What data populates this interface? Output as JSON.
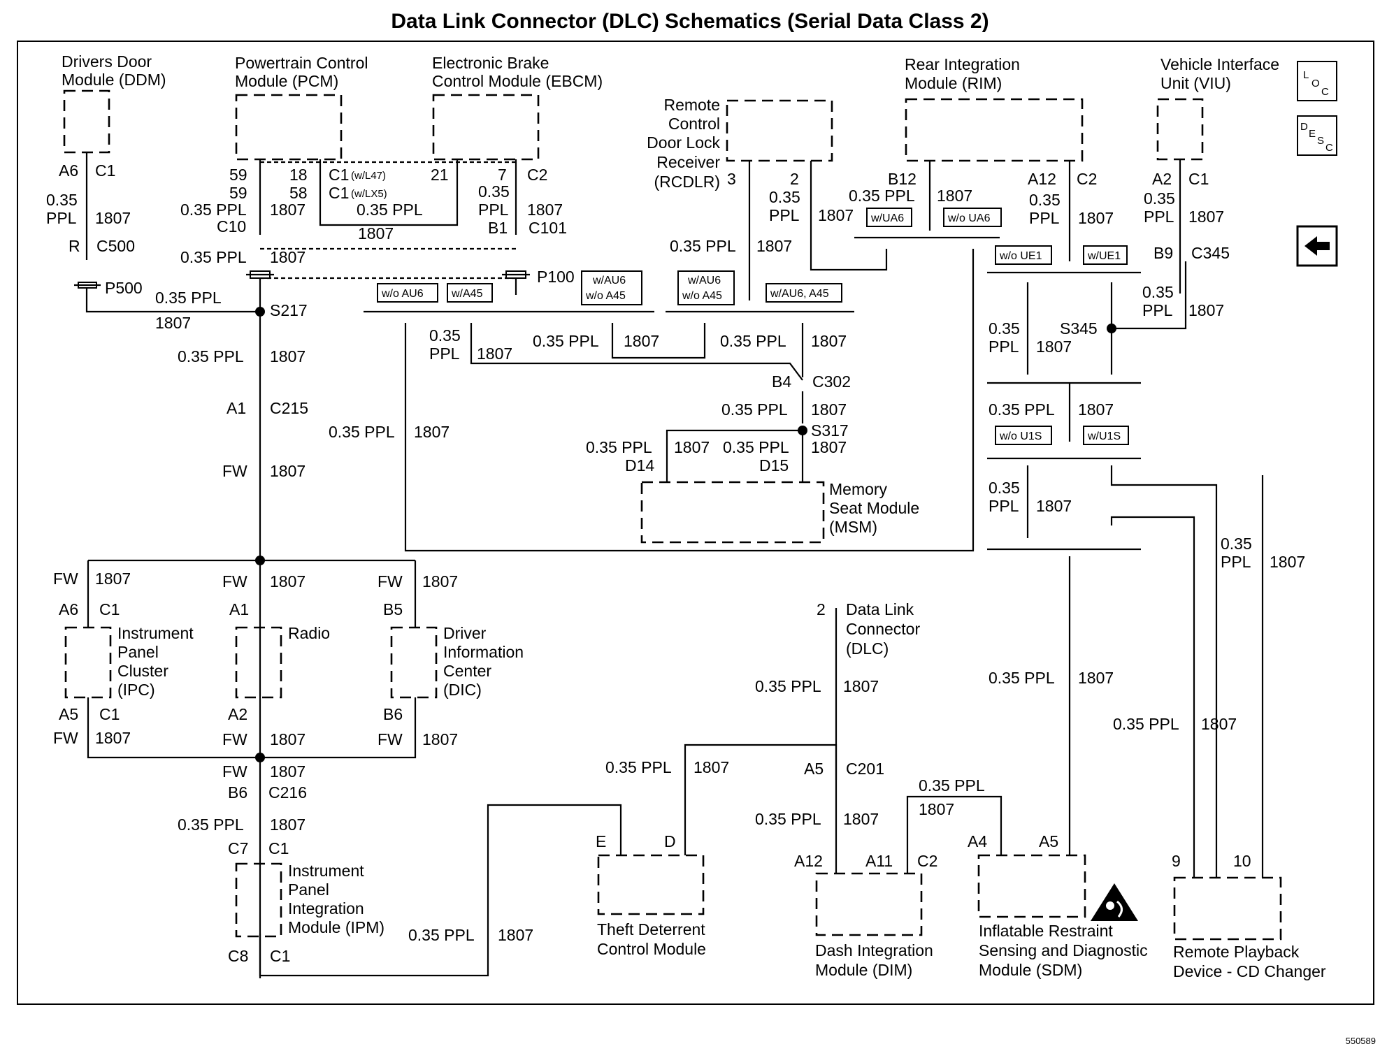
{
  "title": "Data Link Connector (DLC) Schematics (Serial Data Class 2)",
  "reference_number": "550589",
  "icons": {
    "location": "loc-icon",
    "description": "desc-icon",
    "back": "back-arrow-icon"
  },
  "icon_text": {
    "loc": [
      "L",
      "O",
      "C"
    ],
    "desc": [
      "D",
      "E",
      "S",
      "C"
    ]
  },
  "modules": {
    "ddm": [
      "Drivers Door",
      "Module (DDM)"
    ],
    "pcm": [
      "Powertrain Control",
      "Module (PCM)"
    ],
    "ebcm": [
      "Electronic Brake",
      "Control Module (EBCM)"
    ],
    "rcdlr": [
      "Remote",
      "Control",
      "Door Lock",
      "Receiver",
      "(RCDLR)"
    ],
    "rim": [
      "Rear Integration",
      "Module (RIM)"
    ],
    "viu": [
      "Vehicle Interface",
      "Unit (VIU)"
    ],
    "msm": [
      "Memory",
      "Seat Module",
      "(MSM)"
    ],
    "ipc": [
      "Instrument",
      "Panel",
      "Cluster",
      "(IPC)"
    ],
    "radio": [
      "Radio"
    ],
    "dic": [
      "Driver",
      "Information",
      "Center",
      "(DIC)"
    ],
    "dlc": [
      "Data Link",
      "Connector",
      "(DLC)"
    ],
    "ipm": [
      "Instrument",
      "Panel",
      "Integration",
      "Module (IPM)"
    ],
    "tdcm": [
      "Theft Deterrent",
      "Control Module"
    ],
    "dim": [
      "Dash Integration",
      "Module (DIM)"
    ],
    "sdm": [
      "Inflatable Restraint",
      "Sensing and Diagnostic",
      "Module (SDM)"
    ],
    "cd": [
      "Remote Playback",
      "Device - CD Changer"
    ]
  },
  "wire": {
    "gauge_color": "0.35 PPL",
    "gauge": "0.35",
    "color": "PPL",
    "circuit": "1807",
    "fw": "FW"
  },
  "pins": {
    "a6": "A6",
    "c1": "C1",
    "r": "R",
    "c500": "C500",
    "p500": "P500",
    "p59": "59",
    "p18": "18",
    "p58": "58",
    "c1_l47": "C1",
    "l47": "(w/L47)",
    "c1_lx5": "C1",
    "lx5": "(w/LX5)",
    "c10": "C10",
    "p21": "21",
    "p7": "7",
    "c2": "C2",
    "b1": "B1",
    "c101": "C101",
    "p100": "P100",
    "s217": "S217",
    "a1": "A1",
    "c215": "C215",
    "p3": "3",
    "p2": "2",
    "b12": "B12",
    "a12": "A12",
    "a2": "A2",
    "b9": "B9",
    "c345": "C345",
    "s345": "S345",
    "b4": "B4",
    "c302": "C302",
    "s317": "S317",
    "d14": "D14",
    "d15": "D15",
    "b5": "B5",
    "a5": "A5",
    "b6": "B6",
    "c216": "C216",
    "c7": "C7",
    "c8": "C8",
    "c201": "C201",
    "e": "E",
    "d": "D",
    "a11": "A11",
    "a4": "A4",
    "p9": "9",
    "p10": "10"
  },
  "options": {
    "wo_au6": "w/o AU6",
    "w_a45": "w/A45",
    "w_au6": "w/AU6",
    "wo_a45": "w/o A45",
    "w_au6_a45": "w/AU6, A45",
    "w_ua6": "w/UA6",
    "wo_ua6": "w/o UA6",
    "wo_ue1": "w/o UE1",
    "w_ue1": "w/UE1",
    "wo_u1s": "w/o U1S",
    "w_u1s": "w/U1S"
  }
}
